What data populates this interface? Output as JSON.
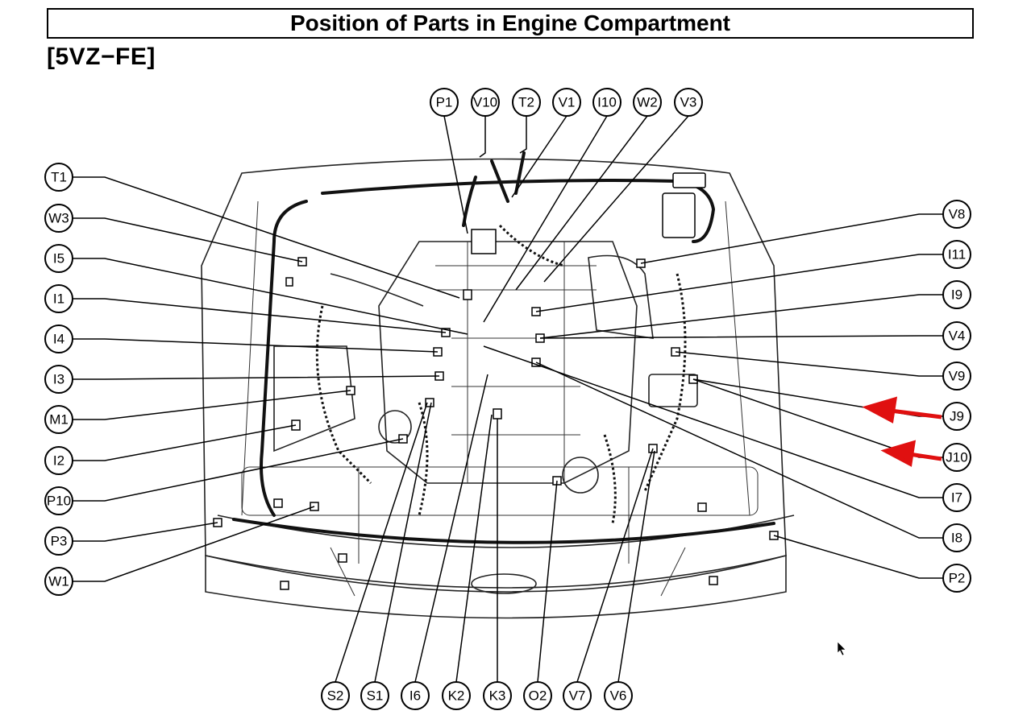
{
  "title": "Position of Parts in Engine Compartment",
  "subtitle": "[5VZ−FE]",
  "colors": {
    "arrow": "#e01010",
    "line": "#000000"
  },
  "labels": {
    "top": [
      "P1",
      "V10",
      "T2",
      "V1",
      "I10",
      "W2",
      "V3"
    ],
    "left": [
      "T1",
      "W3",
      "I5",
      "I1",
      "I4",
      "I3",
      "M1",
      "I2",
      "P10",
      "P3",
      "W1"
    ],
    "right": [
      "V8",
      "I11",
      "I9",
      "V4",
      "V9",
      "J9",
      "J10",
      "I7",
      "I8",
      "P2"
    ],
    "bottom": [
      "S2",
      "S1",
      "I6",
      "K2",
      "K3",
      "O2",
      "V7",
      "V6"
    ]
  },
  "highlighted": [
    "J9",
    "J10"
  ],
  "cursor": "mouse-pointer-icon"
}
